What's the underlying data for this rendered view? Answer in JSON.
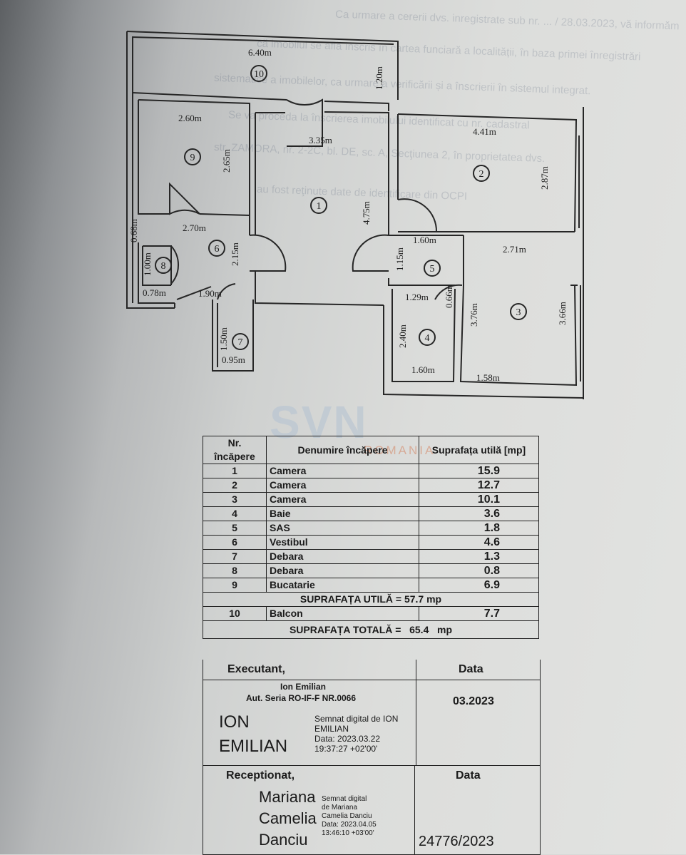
{
  "plan": {
    "rooms": [
      {
        "id": "1",
        "label": "1",
        "dims": [
          "4.75m",
          "3.35m"
        ]
      },
      {
        "id": "2",
        "label": "2",
        "dims": [
          "4.41m",
          "2.87m"
        ]
      },
      {
        "id": "3",
        "label": "3",
        "dims": [
          "2.71m",
          "3.76m",
          "3.66m",
          "1.58m"
        ]
      },
      {
        "id": "4",
        "label": "4",
        "dims": [
          "1.29m",
          "2.40m",
          "1.60m",
          "0.66m"
        ]
      },
      {
        "id": "5",
        "label": "5",
        "dims": [
          "1.60m",
          "1.15m"
        ]
      },
      {
        "id": "6",
        "label": "6",
        "dims": [
          "2.70m",
          "2.15m",
          "1.90m"
        ]
      },
      {
        "id": "7",
        "label": "7",
        "dims": [
          "1.50m",
          "0.95m"
        ]
      },
      {
        "id": "8",
        "label": "8",
        "dims": [
          "1.00m",
          "0.78m",
          "0.68m"
        ]
      },
      {
        "id": "9",
        "label": "9",
        "dims": [
          "2.60m",
          "2.65m"
        ]
      },
      {
        "id": "10",
        "label": "10",
        "dims": [
          "6.40m",
          "1.20m"
        ]
      }
    ]
  },
  "table": {
    "header": {
      "nr": "Nr.",
      "nr2": "încăpere",
      "name": "Denumire încăpere",
      "area": "Suprafața utilă [mp]"
    },
    "rows": [
      {
        "nr": "1",
        "name": "Camera",
        "area": "15.9"
      },
      {
        "nr": "2",
        "name": "Camera",
        "area": "12.7"
      },
      {
        "nr": "3",
        "name": "Camera",
        "area": "10.1"
      },
      {
        "nr": "4",
        "name": "Baie",
        "area": "3.6"
      },
      {
        "nr": "5",
        "name": "SAS",
        "area": "1.8"
      },
      {
        "nr": "6",
        "name": "Vestibul",
        "area": "4.6"
      },
      {
        "nr": "7",
        "name": "Debara",
        "area": "1.3"
      },
      {
        "nr": "8",
        "name": "Debara",
        "area": "0.8"
      },
      {
        "nr": "9",
        "name": "Bucatarie",
        "area": "6.9"
      }
    ],
    "useful_total": "SUPRAFAȚA UTILĂ =  57.7  mp",
    "balcony": {
      "nr": "10",
      "name": "Balcon",
      "area": "7.7"
    },
    "grand_total_label": "SUPRAFAȚA TOTALĂ =",
    "grand_total_value": "65.4",
    "grand_total_unit": "mp"
  },
  "executant": {
    "title": "Executant,",
    "date_title": "Data",
    "person": "Ion Emilian",
    "authorization": "Aut. Seria RO-IF-F NR.0066",
    "date": "03.2023",
    "sig_name_1": "ION",
    "sig_name_2": "EMILIAN",
    "sig_line_1": "Semnat digital de ION",
    "sig_line_2": "EMILIAN",
    "sig_line_3": "Data: 2023.03.22",
    "sig_line_4": "19:37:27 +02'00'"
  },
  "receptionat": {
    "title": "Receptionat,",
    "date_title": "Data",
    "name_1": "Mariana",
    "name_2": "Camelia",
    "name_3": "Danciu",
    "sig_line_1": "Semnat digital",
    "sig_line_2": "de Mariana",
    "sig_line_3": "Camelia Danciu",
    "sig_line_4": "Data: 2023.04.05",
    "sig_line_5": "13:46:10 +03'00'",
    "number": "24776/2023"
  },
  "watermark": {
    "main": "SVN",
    "sub": "ROMANIA"
  },
  "background_text": [
    "Ca urmare a cererii dvs. inregistrate sub nr. ... / 28.03.2023, vă informăm",
    "că imobilul se află înscris în cartea funciară a localității, în baza primei înregistrări",
    "sistematice a imobilelor, ca urmare a verificării și a înscrierii în sistemul integrat.",
    "Se va proceda la înscrierea imobilului identificat cu nr. cadastral",
    "str. ZAMORA, nr. 2-2C, bl. DE, sc. A, Secţiunea 2, în proprietatea dvs.",
    "au fost reţinute date de identificare din OCPI"
  ]
}
